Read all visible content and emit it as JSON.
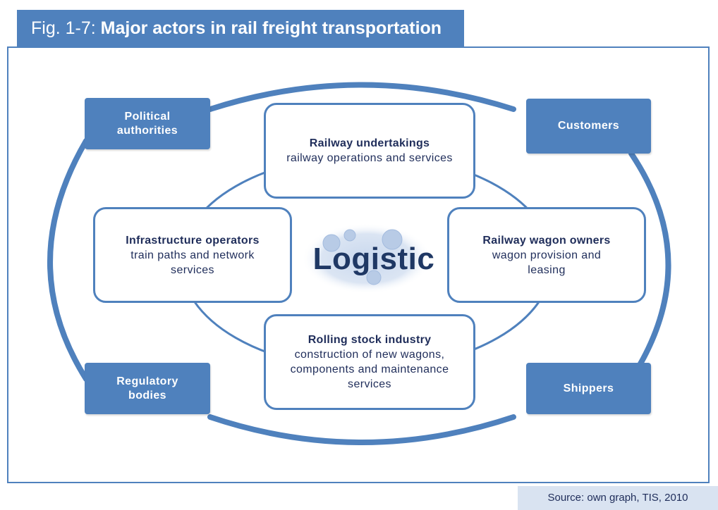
{
  "figure": {
    "label": "Fig. 1-7: ",
    "title": "Major actors in rail freight transportation"
  },
  "outer_actors": {
    "political": "Political authorities",
    "customers": "Customers",
    "regulatory": "Regulatory bodies",
    "shippers": "Shippers"
  },
  "inner_actors": {
    "railway_undertakings": {
      "title": "Railway undertakings",
      "desc": "railway operations and services"
    },
    "infrastructure_operators": {
      "title": "Infrastructure operators",
      "desc": "train paths and network services"
    },
    "wagon_owners": {
      "title": "Railway wagon owners",
      "desc": "wagon provision and leasing"
    },
    "rolling_stock": {
      "title": "Rolling stock industry",
      "desc": "construction of new wagons, components and maintenance services"
    }
  },
  "center": {
    "label": "Logistic"
  },
  "source": "Source: own graph, TIS, 2010",
  "colors": {
    "accent": "#4f81bd",
    "text": "#1f2d5a",
    "source_bg": "#d9e3f1"
  }
}
